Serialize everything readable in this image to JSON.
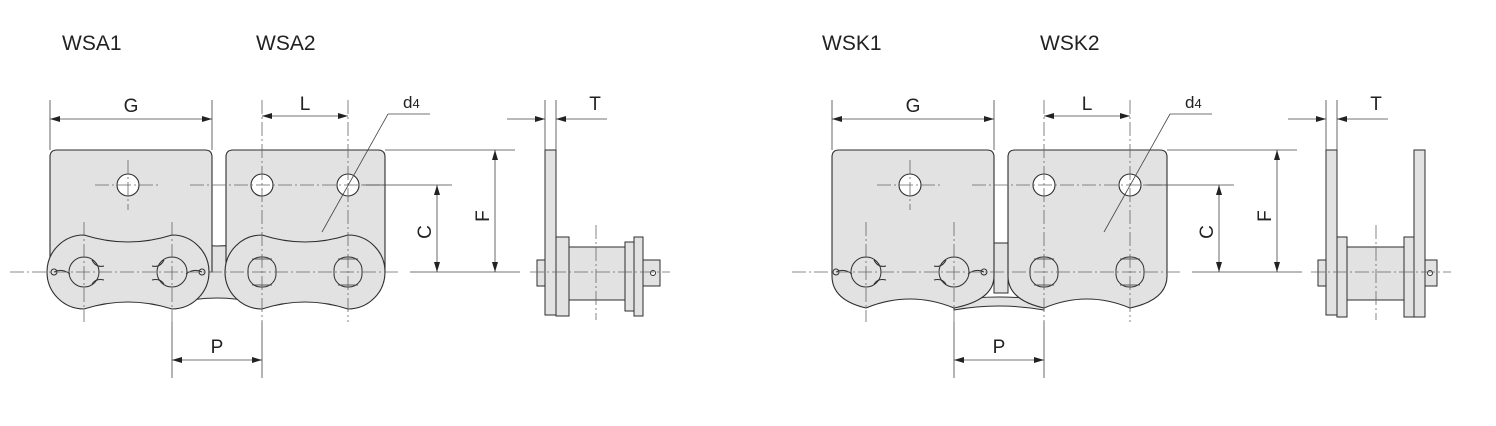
{
  "variant_a": {
    "titles": [
      "WSA1",
      "WSA2"
    ],
    "labels": {
      "G": "G",
      "L": "L",
      "d4": "d4",
      "C": "C",
      "F": "F",
      "T": "T",
      "P": "P"
    }
  },
  "variant_k": {
    "titles": [
      "WSK1",
      "WSK2"
    ],
    "labels": {
      "G": "G",
      "L": "L",
      "d4": "d4",
      "C": "C",
      "F": "F",
      "T": "T",
      "P": "P"
    }
  },
  "colors": {
    "plate": "#e2e2e2",
    "stroke": "#2e2e2e",
    "centerline": "#666666",
    "hole": "#ffffff"
  }
}
